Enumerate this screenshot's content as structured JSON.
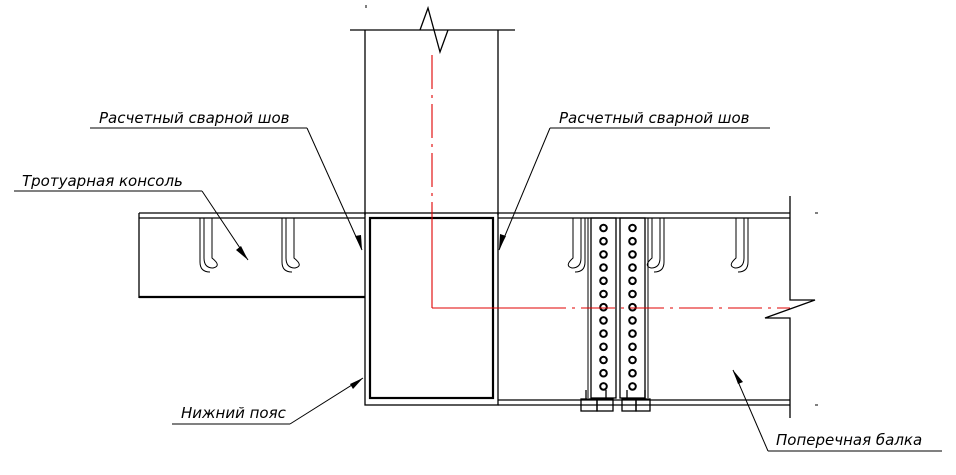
{
  "labels": {
    "weld_left": "Расчетный сварной шов",
    "weld_right": "Расчетный сварной шов",
    "sidewalk_console": "Тротуарная консоль",
    "bottom_chord": "Нижний пояс",
    "cross_beam": "Поперечная балка"
  },
  "colors": {
    "lines": "#000000",
    "axis": "#e00000",
    "background": "#ffffff"
  },
  "bolt_rows_per_plate": 13
}
